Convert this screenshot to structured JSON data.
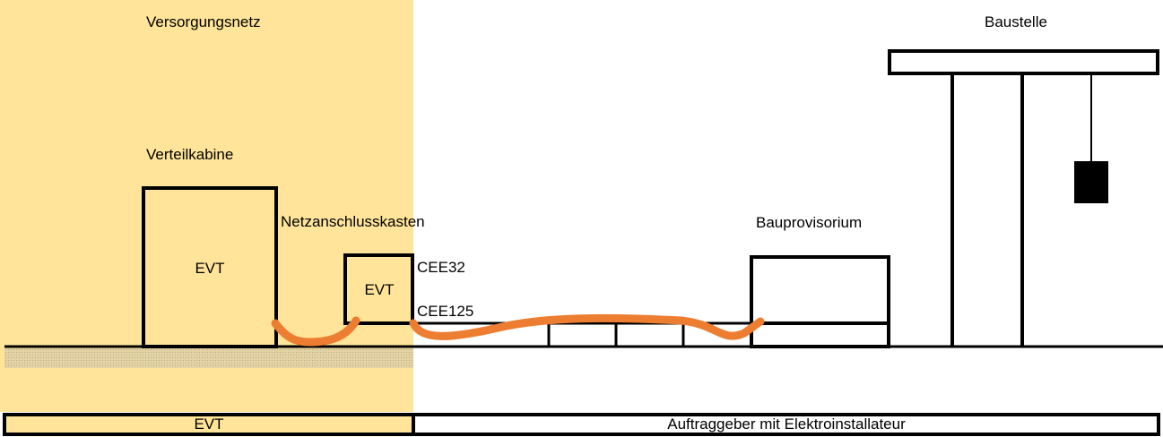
{
  "labels": {
    "versorgungsnetz": "Versorgungsnetz",
    "baustelle": "Baustelle",
    "verteilkabine": "Verteilkabine",
    "evt_kabine": "EVT",
    "netzanschlusskasten": "Netzanschlusskasten",
    "evt_kasten": "EVT",
    "cee32": "CEE32",
    "cee125": "CEE125",
    "bauprovisorium": "Bauprovisorium"
  },
  "footer": {
    "left": "EVT",
    "right": "Auftraggeber mit Elektroinstallateur"
  },
  "colors": {
    "supply_zone": "#ffe49a",
    "cable": "#ed7d31",
    "ground_hatch": "#dcc99a",
    "line": "#000000"
  }
}
